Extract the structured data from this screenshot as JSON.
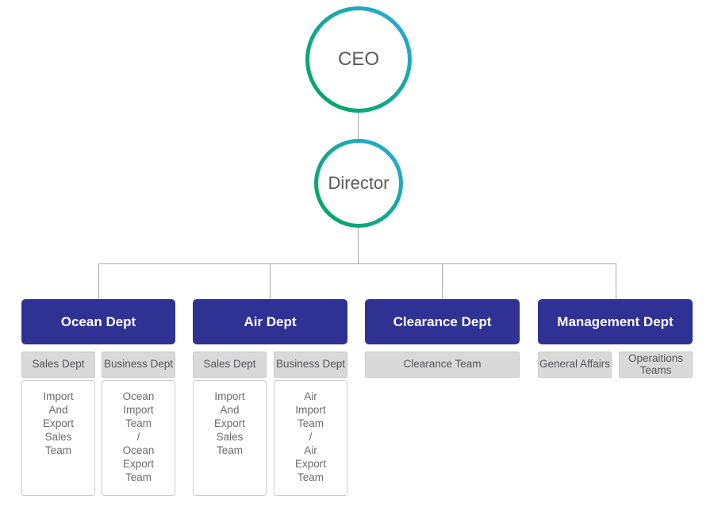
{
  "colors": {
    "accent_blue": "#2f3193",
    "grad_green": "#00a651",
    "grad_blue": "#29abe2",
    "gray_box": "#d9d9d9",
    "connector_line": "#a8a8a8"
  },
  "nodes": {
    "ceo": {
      "label": "CEO"
    },
    "director": {
      "label": "Director"
    }
  },
  "departments": [
    {
      "name": "Ocean Dept",
      "teams": [
        {
          "label": "Sales Dept",
          "members": [
            "Import",
            "And",
            "Export",
            "Sales",
            "Team"
          ]
        },
        {
          "label": "Business Dept",
          "members": [
            "Ocean",
            "Import",
            "Team",
            "/",
            "Ocean",
            "Export",
            "Team"
          ]
        }
      ]
    },
    {
      "name": "Air Dept",
      "teams": [
        {
          "label": "Sales Dept",
          "members": [
            "Import",
            "And",
            "Export",
            "Sales",
            "Team"
          ]
        },
        {
          "label": "Business Dept",
          "members": [
            "Air",
            "Import",
            "Team",
            "/",
            "Air",
            "Export",
            "Team"
          ]
        }
      ]
    },
    {
      "name": "Clearance Dept",
      "teams": [
        {
          "label": "Clearance Team"
        }
      ]
    },
    {
      "name": "Management Dept",
      "teams": [
        {
          "label": "General Affairs"
        },
        {
          "label": "Operaitions Teams"
        }
      ]
    }
  ]
}
